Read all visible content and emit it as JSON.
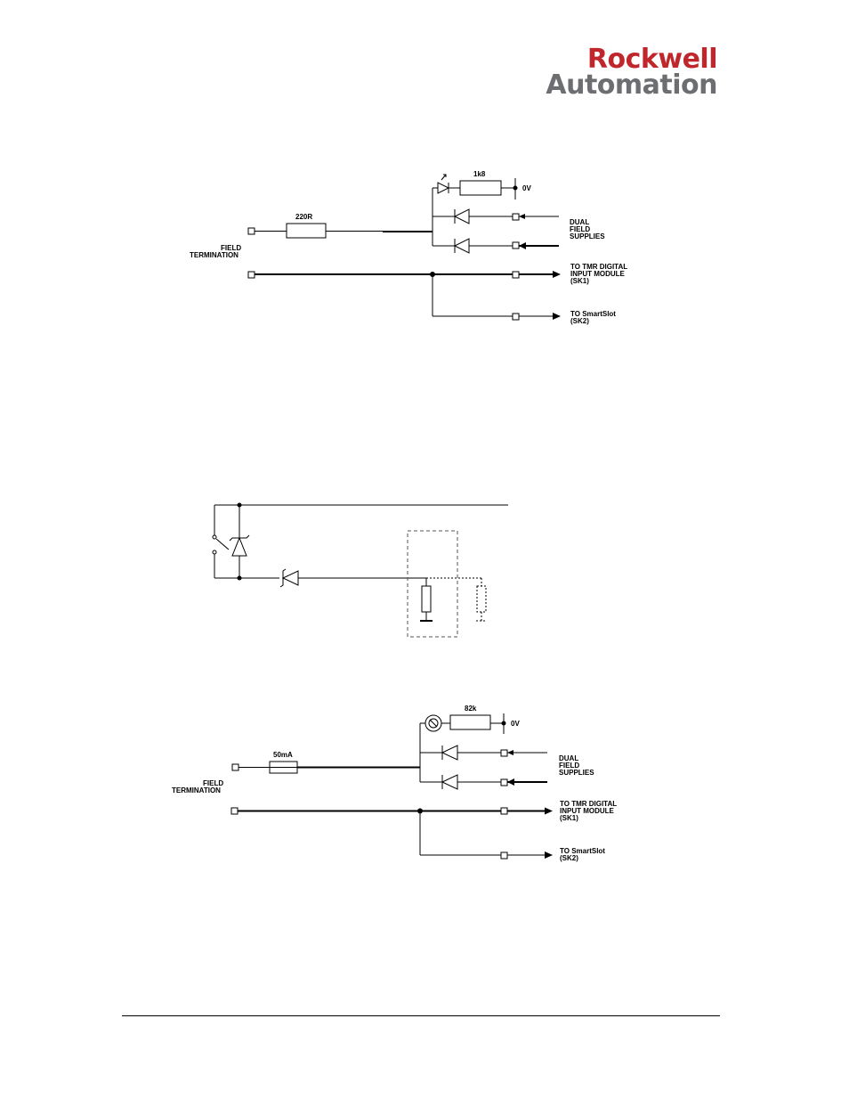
{
  "logo": {
    "line1": "Rockwell",
    "line2": "Automation",
    "line1_color": "#c0272d",
    "line2_color": "#6d6e71"
  },
  "diagram1": {
    "resistor_label": "220R",
    "led_resistor_label": "1k8",
    "zero_volt": "0V",
    "field_termination": [
      "FIELD",
      "TERMINATION"
    ],
    "dual_supplies": [
      "DUAL",
      "FIELD",
      "SUPPLIES"
    ],
    "tmr_output": [
      "TO TMR DIGITAL",
      "INPUT MODULE",
      "(SK1)"
    ],
    "smartslot_output": [
      "TO SmartSlot",
      "(SK2)"
    ]
  },
  "diagram3": {
    "fuse_label": "50mA",
    "lamp_resistor_label": "82k",
    "zero_volt": "0V",
    "field_termination": [
      "FIELD",
      "TERMINATION"
    ],
    "dual_supplies": [
      "DUAL",
      "FIELD",
      "SUPPLIES"
    ],
    "tmr_output": [
      "TO TMR DIGITAL",
      "INPUT MODULE",
      "(SK1)"
    ],
    "smartslot_output": [
      "TO SmartSlot",
      "(SK2)"
    ]
  }
}
